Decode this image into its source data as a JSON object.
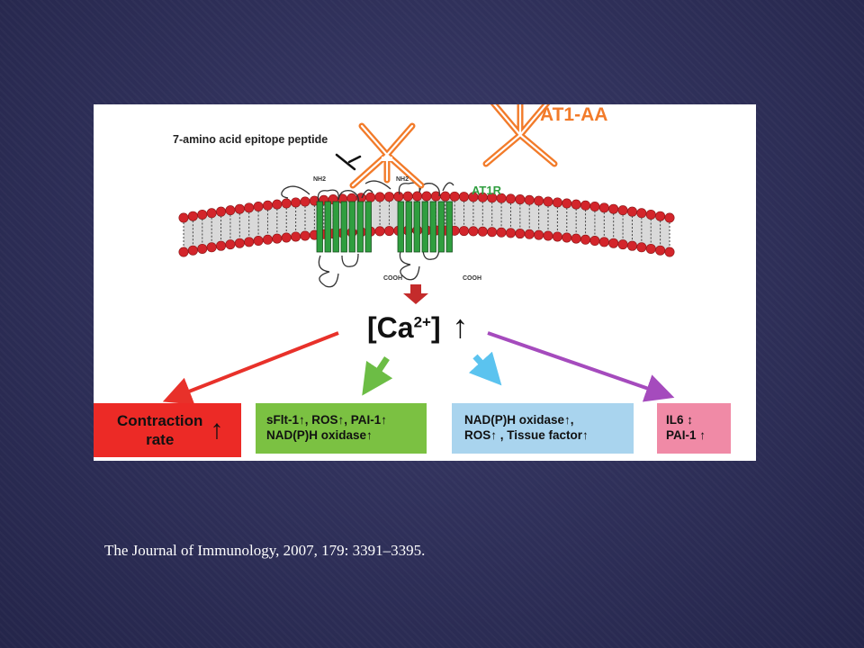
{
  "diagram": {
    "labels": {
      "epitope": "7-amino acid epitope peptide",
      "at1_aa": "AT1-AA",
      "at1r": "AT1R",
      "nh2": "NH2",
      "cooh": "COOH",
      "ca_prefix": "[Ca",
      "ca_super": "2+",
      "ca_suffix": "]",
      "ca_arrow": "↑"
    },
    "boxes": [
      {
        "line1": "Contraction",
        "line2": "rate",
        "arrow": "↑",
        "color": "#ec2a26"
      },
      {
        "line1": "sFlt-1↑, ROS↑, PAI-1↑",
        "line2": "NAD(P)H oxidase↑",
        "color": "#7bc142"
      },
      {
        "line1": "NAD(P)H oxidase↑,",
        "line2": "ROS↑ , Tissue factor↑",
        "color": "#a9d4ee"
      },
      {
        "line1": "IL6 ↕",
        "line2": "PAI-1 ↑",
        "color": "#f08aa6"
      }
    ],
    "colors": {
      "antibody": "#f27b2a",
      "receptor": "#2f9e3f",
      "lipid_head": "#d3252b",
      "arrow_red": "#e8312a",
      "arrow_green": "#6cbd45",
      "arrow_blue": "#5bc3ef",
      "arrow_purple": "#a54bbd",
      "down_arrow": "#c42b2b"
    }
  },
  "citation": "The Journal of Immunology, 2007, 179: 3391–3395."
}
